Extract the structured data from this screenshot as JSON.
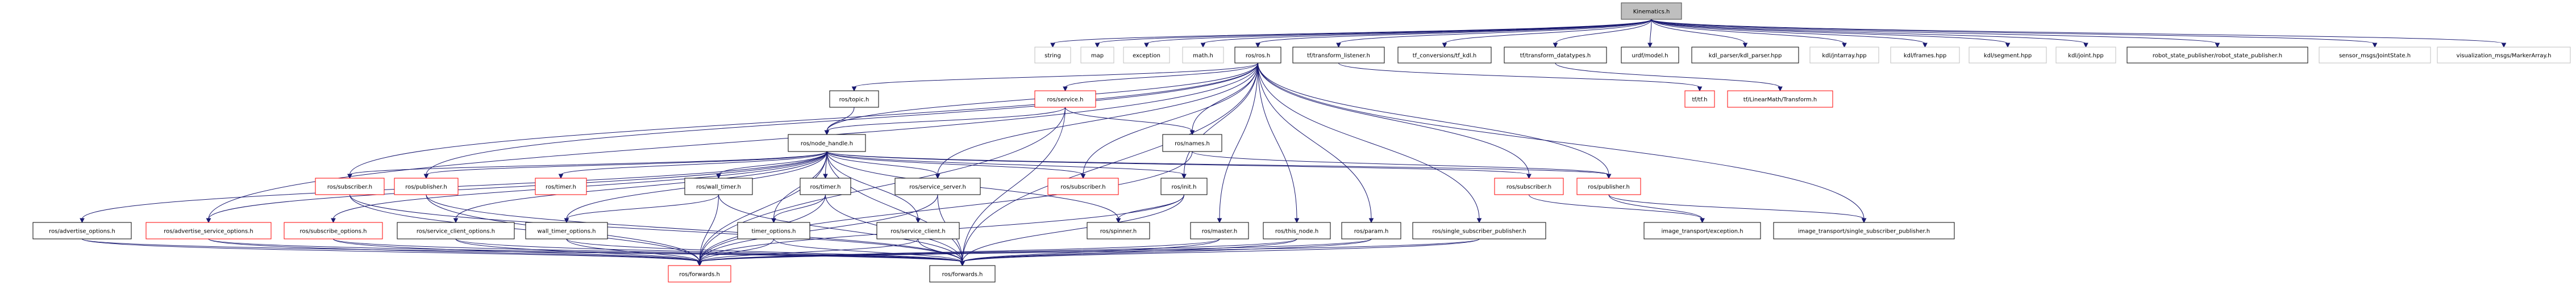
{
  "title": "Kinematics.h include dependency graph",
  "colors": {
    "edge": "#191970",
    "root_fill": "#bfbfbf",
    "root_border": "#404040",
    "documented_border": "#000000",
    "undocumented_border": "#bfbfbf",
    "truncated_border": "#ff0000",
    "node_fill": "#ffffff"
  },
  "nodes": [
    {
      "id": "kinematics",
      "label": "Kinematics.h",
      "kind": "root"
    },
    {
      "id": "string",
      "label": "string",
      "kind": "external"
    },
    {
      "id": "map",
      "label": "map",
      "kind": "external"
    },
    {
      "id": "exception",
      "label": "exception",
      "kind": "external"
    },
    {
      "id": "math",
      "label": "math.h",
      "kind": "external"
    },
    {
      "id": "ros_ros",
      "label": "ros/ros.h",
      "kind": "documented"
    },
    {
      "id": "tf_listener",
      "label": "tf/transform_listener.h",
      "kind": "documented"
    },
    {
      "id": "tf_kdl",
      "label": "tf_conversions/tf_kdl.h",
      "kind": "documented"
    },
    {
      "id": "tf_datatypes",
      "label": "tf/transform_datatypes.h",
      "kind": "documented"
    },
    {
      "id": "urdf_model",
      "label": "urdf/model.h",
      "kind": "documented"
    },
    {
      "id": "kdl_parser",
      "label": "kdl_parser/kdl_parser.hpp",
      "kind": "documented"
    },
    {
      "id": "kdl_jntarray",
      "label": "kdl/jntarray.hpp",
      "kind": "external"
    },
    {
      "id": "kdl_frames",
      "label": "kdl/frames.hpp",
      "kind": "external"
    },
    {
      "id": "kdl_segment",
      "label": "kdl/segment.hpp",
      "kind": "external"
    },
    {
      "id": "kdl_joint",
      "label": "kdl/joint.hpp",
      "kind": "external"
    },
    {
      "id": "rsp",
      "label": "robot_state_publisher/robot_state_publisher.h",
      "kind": "documented"
    },
    {
      "id": "jointstate",
      "label": "sensor_msgs/JointState.h",
      "kind": "external"
    },
    {
      "id": "markerarray",
      "label": "visualization_msgs/MarkerArray.h",
      "kind": "external"
    },
    {
      "id": "ros_topic",
      "label": "ros/topic.h",
      "kind": "documented"
    },
    {
      "id": "ros_service",
      "label": "ros/service.h",
      "kind": "truncated"
    },
    {
      "id": "tf_tf",
      "label": "tf/tf.h",
      "kind": "truncated"
    },
    {
      "id": "tf_transform",
      "label": "tf/LinearMath/Transform.h",
      "kind": "truncated"
    },
    {
      "id": "node_handle",
      "label": "ros/node_handle.h",
      "kind": "documented"
    },
    {
      "id": "ros_names",
      "label": "ros/names.h",
      "kind": "documented"
    },
    {
      "id": "sub1",
      "label": "ros/subscriber.h",
      "kind": "truncated"
    },
    {
      "id": "pub1",
      "label": "ros/publisher.h",
      "kind": "truncated"
    },
    {
      "id": "timer1",
      "label": "ros/timer.h",
      "kind": "truncated"
    },
    {
      "id": "wall_timer",
      "label": "ros/wall_timer.h",
      "kind": "documented"
    },
    {
      "id": "timer2",
      "label": "ros/timer.h",
      "kind": "documented"
    },
    {
      "id": "service_server",
      "label": "ros/service_server.h",
      "kind": "documented"
    },
    {
      "id": "sub2",
      "label": "ros/subscriber.h",
      "kind": "truncated"
    },
    {
      "id": "ros_init",
      "label": "ros/init.h",
      "kind": "documented"
    },
    {
      "id": "sub3",
      "label": "ros/subscriber.h",
      "kind": "truncated"
    },
    {
      "id": "pub2",
      "label": "ros/publisher.h",
      "kind": "truncated"
    },
    {
      "id": "adv_opts",
      "label": "ros/advertise_options.h",
      "kind": "documented"
    },
    {
      "id": "adv_srv_opts",
      "label": "ros/advertise_service_options.h",
      "kind": "truncated"
    },
    {
      "id": "sub_opts",
      "label": "ros/subscribe_options.h",
      "kind": "truncated"
    },
    {
      "id": "srv_client_opts",
      "label": "ros/service_client_options.h",
      "kind": "documented"
    },
    {
      "id": "wall_timer_opts",
      "label": "wall_timer_options.h",
      "kind": "documented"
    },
    {
      "id": "timer_opts",
      "label": "timer_options.h",
      "kind": "documented"
    },
    {
      "id": "service_client",
      "label": "ros/service_client.h",
      "kind": "documented"
    },
    {
      "id": "spinner",
      "label": "ros/spinner.h",
      "kind": "documented"
    },
    {
      "id": "master",
      "label": "ros/master.h",
      "kind": "documented"
    },
    {
      "id": "this_node",
      "label": "ros/this_node.h",
      "kind": "documented"
    },
    {
      "id": "param",
      "label": "ros/param.h",
      "kind": "documented"
    },
    {
      "id": "single_sub_pub",
      "label": "ros/single_subscriber_publisher.h",
      "kind": "documented"
    },
    {
      "id": "it_exception",
      "label": "image_transport/exception.h",
      "kind": "documented"
    },
    {
      "id": "it_single_sub_pub",
      "label": "image_transport/single_subscriber_publisher.h",
      "kind": "documented"
    },
    {
      "id": "forwards1",
      "label": "ros/forwards.h",
      "kind": "truncated"
    },
    {
      "id": "forwards2",
      "label": "ros/forwards.h",
      "kind": "documented"
    }
  ],
  "edges": [
    [
      "kinematics",
      "string"
    ],
    [
      "kinematics",
      "map"
    ],
    [
      "kinematics",
      "exception"
    ],
    [
      "kinematics",
      "math"
    ],
    [
      "kinematics",
      "ros_ros"
    ],
    [
      "kinematics",
      "tf_listener"
    ],
    [
      "kinematics",
      "tf_kdl"
    ],
    [
      "kinematics",
      "tf_datatypes"
    ],
    [
      "kinematics",
      "urdf_model"
    ],
    [
      "kinematics",
      "kdl_parser"
    ],
    [
      "kinematics",
      "kdl_jntarray"
    ],
    [
      "kinematics",
      "kdl_frames"
    ],
    [
      "kinematics",
      "kdl_segment"
    ],
    [
      "kinematics",
      "kdl_joint"
    ],
    [
      "kinematics",
      "rsp"
    ],
    [
      "kinematics",
      "jointstate"
    ],
    [
      "kinematics",
      "markerarray"
    ],
    [
      "ros_ros",
      "ros_topic"
    ],
    [
      "ros_ros",
      "ros_service"
    ],
    [
      "ros_ros",
      "node_handle"
    ],
    [
      "ros_ros",
      "ros_names"
    ],
    [
      "ros_ros",
      "sub1"
    ],
    [
      "ros_ros",
      "pub1"
    ],
    [
      "ros_ros",
      "service_server"
    ],
    [
      "ros_ros",
      "sub2"
    ],
    [
      "ros_ros",
      "ros_init"
    ],
    [
      "ros_ros",
      "master"
    ],
    [
      "ros_ros",
      "this_node"
    ],
    [
      "ros_ros",
      "param"
    ],
    [
      "ros_ros",
      "single_sub_pub"
    ],
    [
      "ros_ros",
      "sub3"
    ],
    [
      "ros_ros",
      "pub2"
    ],
    [
      "ros_ros",
      "forwards2"
    ],
    [
      "ros_ros",
      "adv_srv_opts"
    ],
    [
      "tf_listener",
      "tf_tf"
    ],
    [
      "tf_datatypes",
      "tf_transform"
    ],
    [
      "ros_topic",
      "node_handle"
    ],
    [
      "ros_service",
      "node_handle"
    ],
    [
      "ros_service",
      "ros_names"
    ],
    [
      "ros_service",
      "forwards1"
    ],
    [
      "ros_service",
      "forwards2"
    ],
    [
      "node_handle",
      "sub1"
    ],
    [
      "node_handle",
      "pub1"
    ],
    [
      "node_handle",
      "timer1"
    ],
    [
      "node_handle",
      "wall_timer"
    ],
    [
      "node_handle",
      "timer2"
    ],
    [
      "node_handle",
      "service_server"
    ],
    [
      "node_handle",
      "sub2"
    ],
    [
      "node_handle",
      "ros_init"
    ],
    [
      "node_handle",
      "sub3"
    ],
    [
      "node_handle",
      "pub2"
    ],
    [
      "node_handle",
      "adv_opts"
    ],
    [
      "node_handle",
      "adv_srv_opts"
    ],
    [
      "node_handle",
      "sub_opts"
    ],
    [
      "node_handle",
      "srv_client_opts"
    ],
    [
      "node_handle",
      "wall_timer_opts"
    ],
    [
      "node_handle",
      "timer_opts"
    ],
    [
      "node_handle",
      "service_client"
    ],
    [
      "node_handle",
      "spinner"
    ],
    [
      "node_handle",
      "forwards1"
    ],
    [
      "node_handle",
      "forwards2"
    ],
    [
      "ros_names",
      "forwards1"
    ],
    [
      "ros_names",
      "pub2"
    ],
    [
      "sub1",
      "forwards1"
    ],
    [
      "sub1",
      "forwards2"
    ],
    [
      "pub1",
      "forwards1"
    ],
    [
      "pub1",
      "forwards2"
    ],
    [
      "wall_timer",
      "wall_timer_opts"
    ],
    [
      "wall_timer",
      "forwards1"
    ],
    [
      "wall_timer",
      "forwards2"
    ],
    [
      "timer2",
      "timer_opts"
    ],
    [
      "timer2",
      "forwards1"
    ],
    [
      "timer2",
      "forwards2"
    ],
    [
      "service_server",
      "forwards1"
    ],
    [
      "service_server",
      "forwards2"
    ],
    [
      "ros_init",
      "spinner"
    ],
    [
      "ros_init",
      "forwards1"
    ],
    [
      "ros_init",
      "forwards2"
    ],
    [
      "sub3",
      "it_exception"
    ],
    [
      "pub2",
      "it_exception"
    ],
    [
      "pub2",
      "it_single_sub_pub"
    ],
    [
      "ros_ros",
      "it_single_sub_pub"
    ],
    [
      "adv_opts",
      "forwards1"
    ],
    [
      "adv_opts",
      "forwards2"
    ],
    [
      "adv_srv_opts",
      "forwards1"
    ],
    [
      "adv_srv_opts",
      "forwards2"
    ],
    [
      "sub_opts",
      "forwards1"
    ],
    [
      "sub_opts",
      "forwards2"
    ],
    [
      "srv_client_opts",
      "forwards1"
    ],
    [
      "srv_client_opts",
      "forwards2"
    ],
    [
      "wall_timer_opts",
      "forwards1"
    ],
    [
      "wall_timer_opts",
      "forwards2"
    ],
    [
      "timer_opts",
      "forwards1"
    ],
    [
      "timer_opts",
      "forwards2"
    ],
    [
      "service_client",
      "forwards1"
    ],
    [
      "service_client",
      "forwards2"
    ],
    [
      "master",
      "forwards1"
    ],
    [
      "master",
      "forwards2"
    ],
    [
      "this_node",
      "forwards1"
    ],
    [
      "this_node",
      "forwards2"
    ],
    [
      "param",
      "forwards1"
    ],
    [
      "param",
      "forwards2"
    ],
    [
      "single_sub_pub",
      "forwards1"
    ],
    [
      "single_sub_pub",
      "forwards2"
    ]
  ]
}
